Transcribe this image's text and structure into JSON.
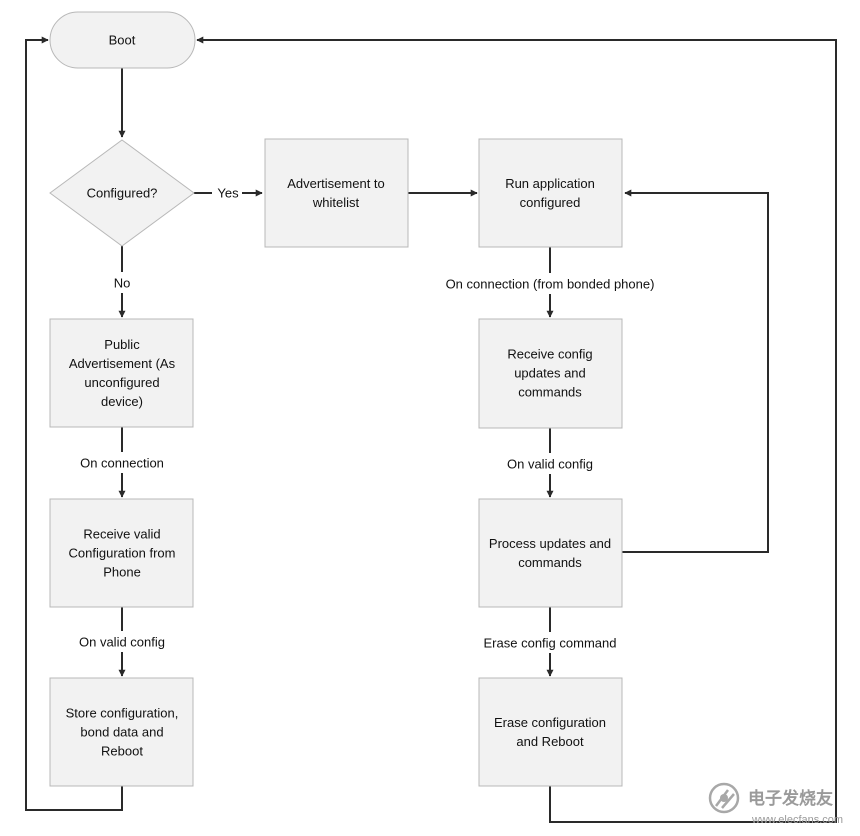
{
  "nodes": {
    "boot": {
      "lines": [
        "Boot"
      ]
    },
    "configured": {
      "lines": [
        "Configured?"
      ]
    },
    "adv_whitelist": {
      "lines": [
        "Advertisement to",
        "whitelist"
      ]
    },
    "run_app": {
      "lines": [
        "Run application",
        "configured"
      ]
    },
    "public_adv": {
      "lines": [
        "Public",
        "Advertisement (As",
        "unconfigured",
        "device)"
      ]
    },
    "receive_valid": {
      "lines": [
        "Receive valid",
        "Configuration from",
        "Phone"
      ]
    },
    "store_config": {
      "lines": [
        "Store configuration,",
        "bond data and",
        "Reboot"
      ]
    },
    "receive_updates": {
      "lines": [
        "Receive config",
        "updates and",
        "commands"
      ]
    },
    "process_updates": {
      "lines": [
        "Process updates and",
        "commands"
      ]
    },
    "erase_config": {
      "lines": [
        "Erase configuration",
        "and Reboot"
      ]
    }
  },
  "edge_labels": {
    "yes": "Yes",
    "no": "No",
    "on_connection": "On connection",
    "on_valid_config_left": "On valid config",
    "on_connection_bonded": "On connection (from bonded phone)",
    "on_valid_config_right": "On valid config",
    "erase_config_command": "Erase config command"
  },
  "watermark": {
    "site": "电子发烧友",
    "url": "www.elecfans.com"
  }
}
